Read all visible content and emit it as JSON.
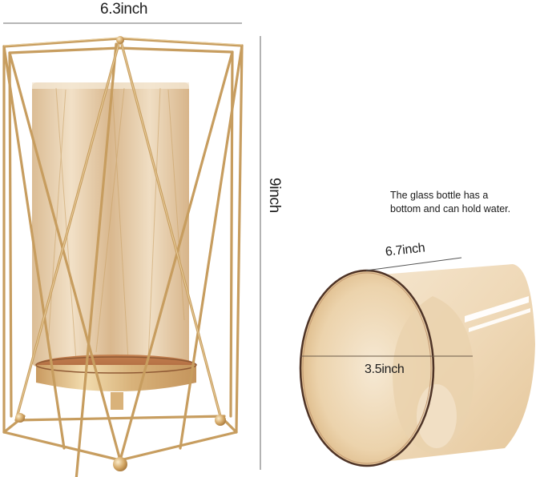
{
  "product_image": {
    "description": "Gold geometric metal wire candle holder with amber glass cylinder; dimension callouts",
    "colors": {
      "background": "#ffffff",
      "gold_wire": "#c9a063",
      "gold_highlight": "#f0d9ac",
      "glass_amber": "#e6c9a0",
      "glass_light": "#f3e3cc",
      "copper_base": "#b7714a",
      "rim_brown": "#5a3a2a",
      "dimension_line": "#6e6e6e"
    }
  },
  "dimensions": {
    "width_label": "6.3inch",
    "height_label": "9inch",
    "glass_length_label": "6.7inch",
    "glass_diameter_label": "3.5inch"
  },
  "note": {
    "line1": "The glass bottle has a",
    "line2": "bottom and can hold water."
  }
}
